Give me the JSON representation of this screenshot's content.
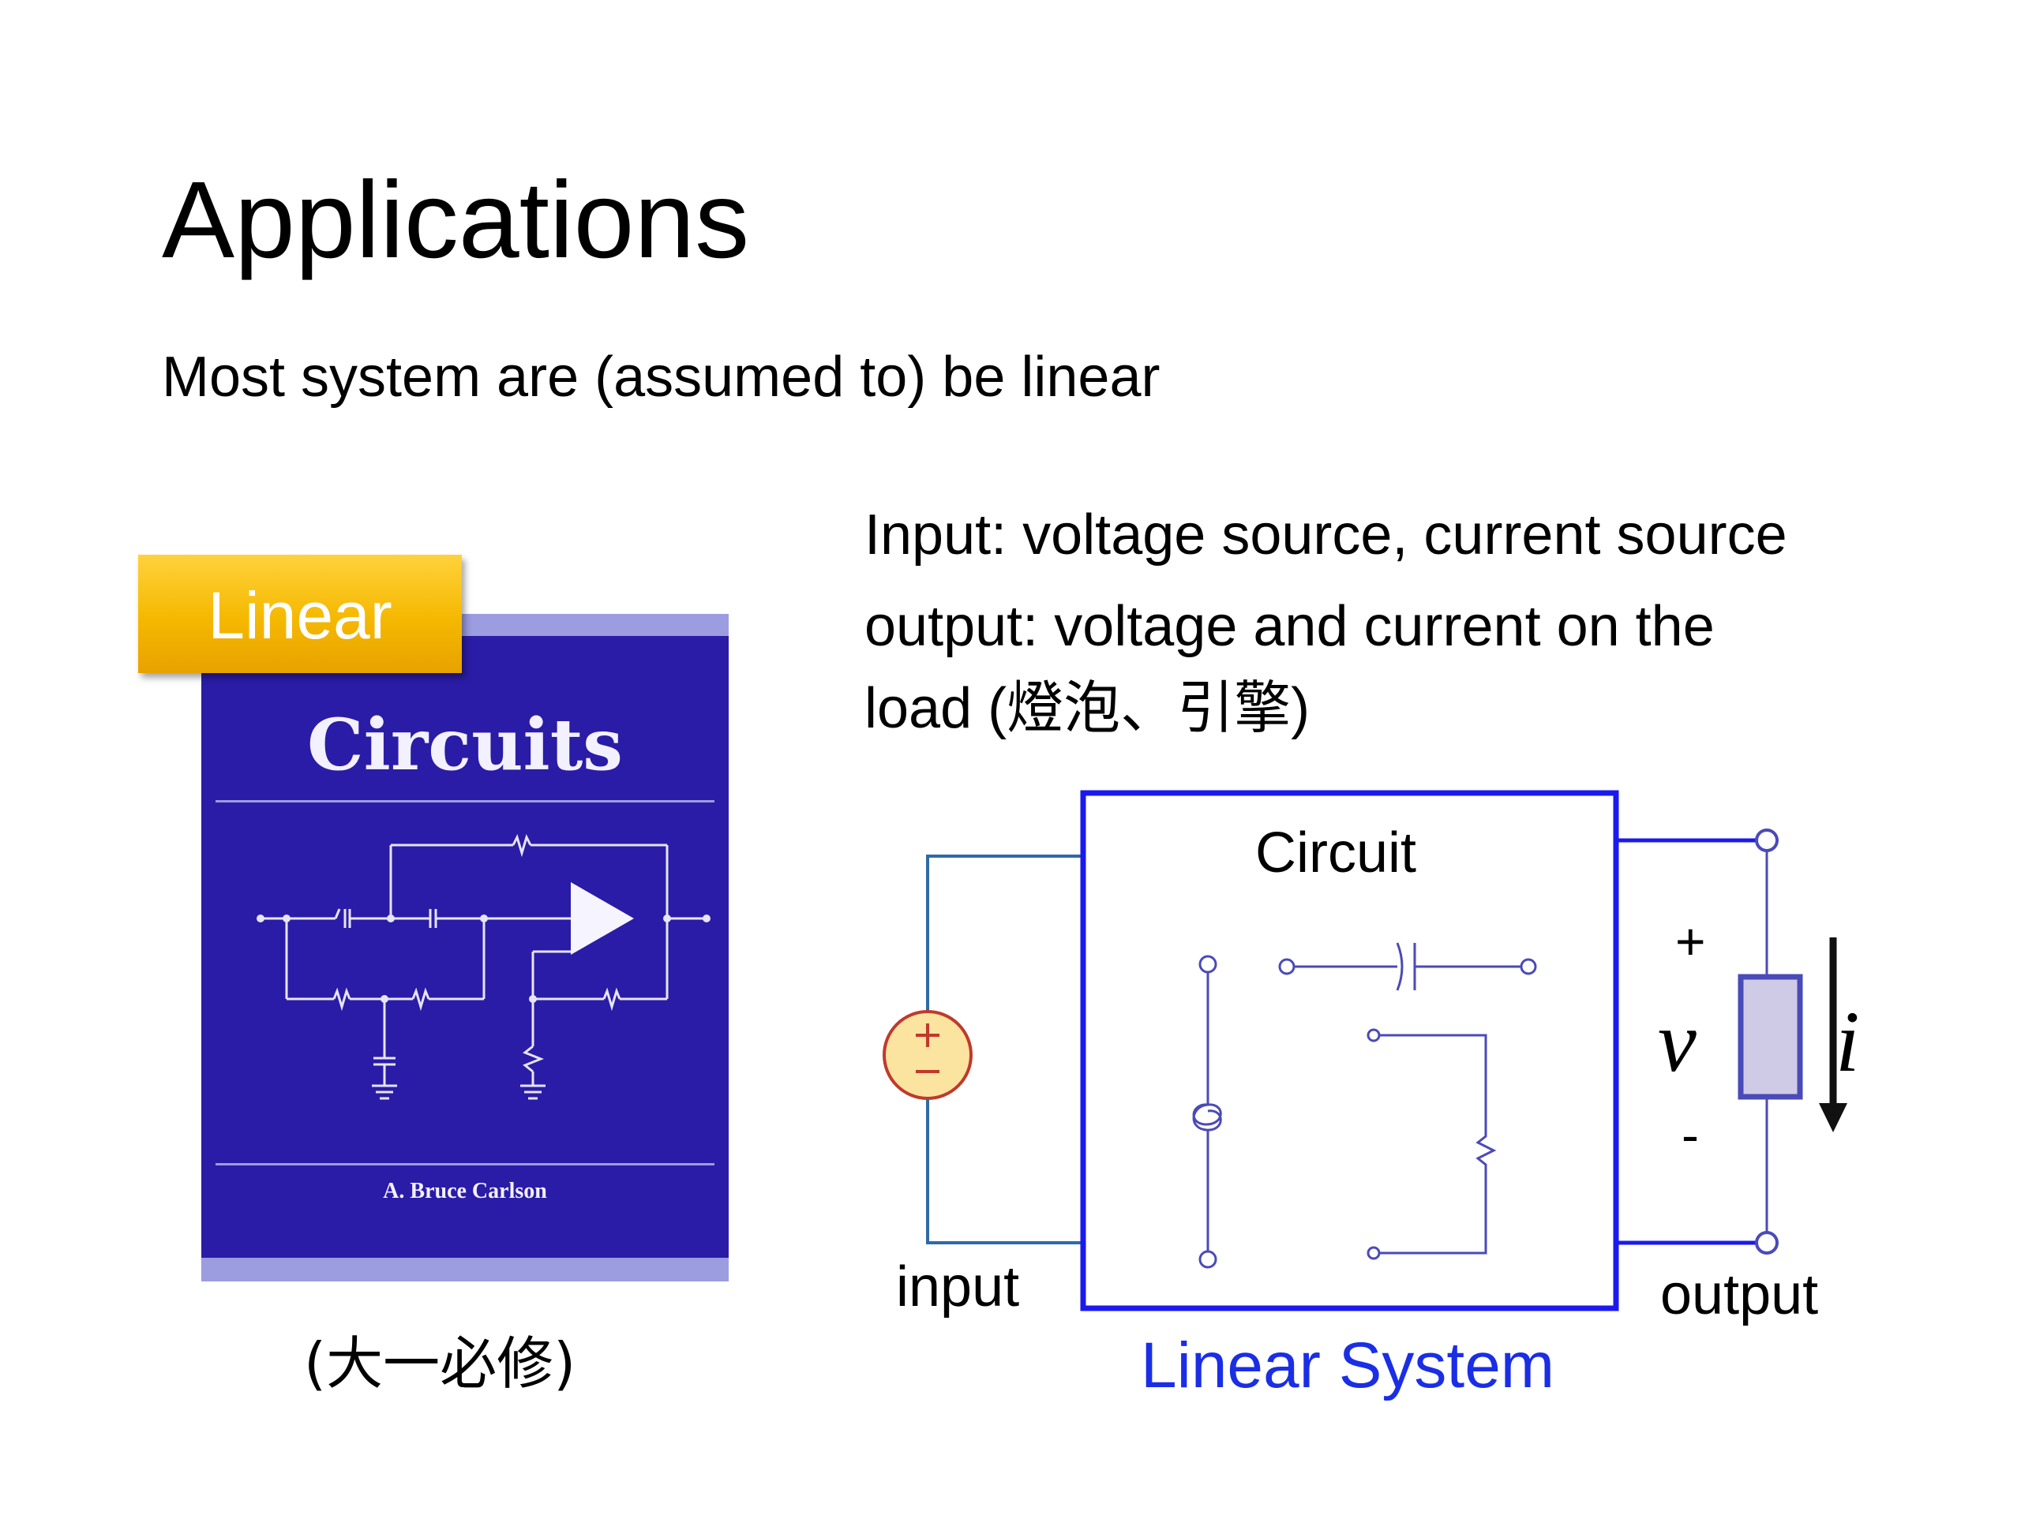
{
  "slide": {
    "title": "Applications",
    "subtitle": "Most system are (assumed to) be linear"
  },
  "description": {
    "line1": "Input: voltage source, current source",
    "line2": "output: voltage and current on the",
    "line3": "load (燈泡、引擎)"
  },
  "book": {
    "badge": "Linear",
    "title": "Circuits",
    "author": "A. Bruce Carlson",
    "cover_color": "#2a1ca6"
  },
  "course_note": "(大一必修)",
  "diagram": {
    "circuit_label": "Circuit",
    "system_label": "Linear System",
    "input_label": "input",
    "output_label": "output",
    "plus": "+",
    "minus": "-",
    "voltage_symbol": "v",
    "current_symbol": "i",
    "colors": {
      "system_box": "#1a1aee",
      "system_label": "#1a2ee6",
      "input_wire": "#2e6aa8",
      "source_fill": "#fbe3a0",
      "source_stroke": "#c0392b",
      "component": "#4a4ab8",
      "load_fill": "#cfcbe6"
    }
  }
}
